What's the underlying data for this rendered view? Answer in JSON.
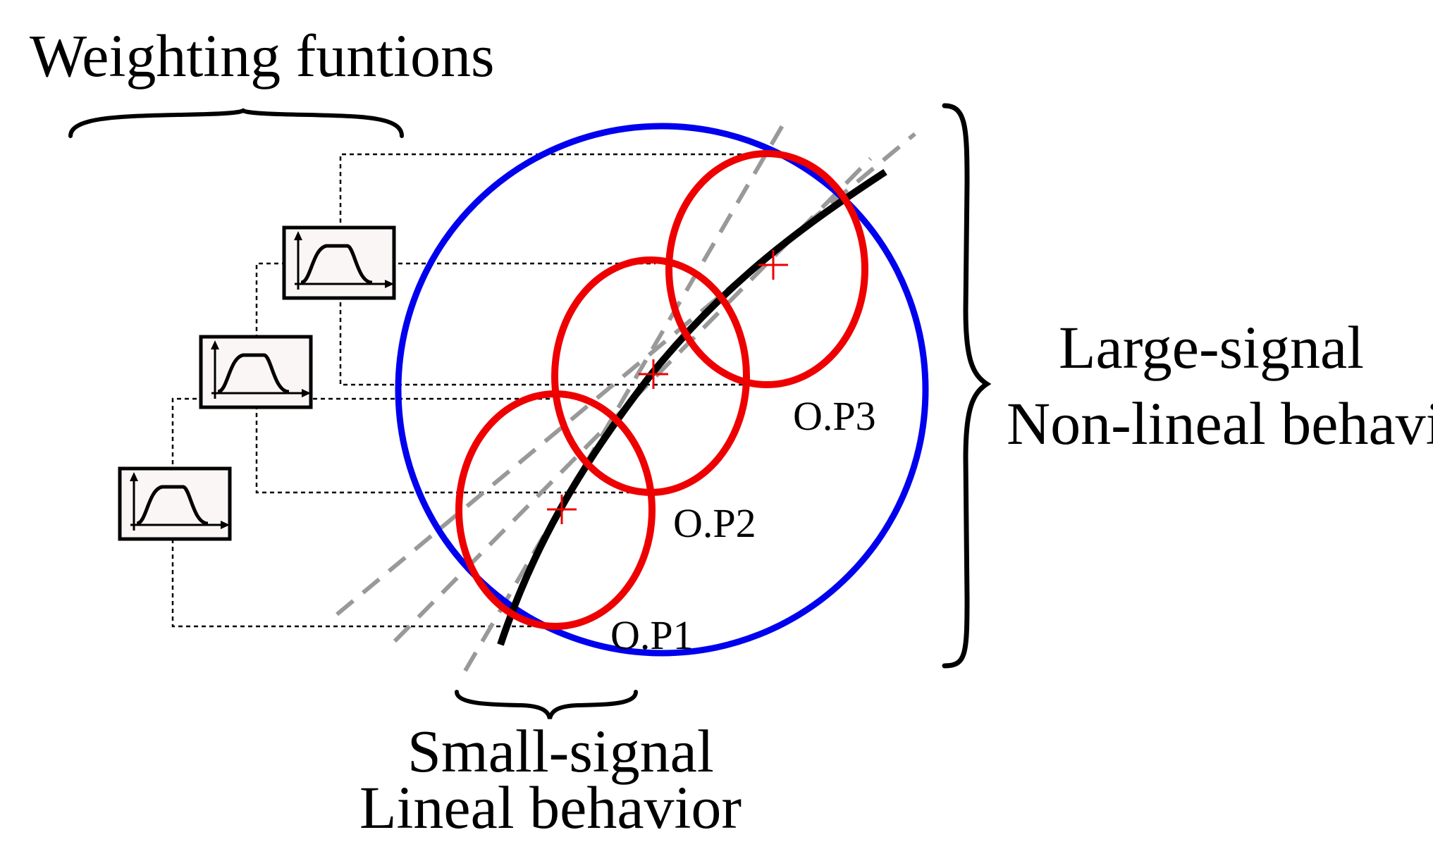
{
  "diagram": {
    "title": "Weighting funtions",
    "small_signal": {
      "line1": "Small-signal",
      "line2": "Lineal behavior"
    },
    "large_signal": {
      "line1": "Large-signal",
      "line2": "Non-lineal behavior"
    },
    "operating_points": [
      {
        "label": "O.P1"
      },
      {
        "label": "O.P2"
      },
      {
        "label": "O.P3"
      }
    ],
    "colors": {
      "outer_circle": "#0000ee",
      "op_circles": "#ee0000",
      "marker": "#ee0000",
      "curve": "#000000",
      "tangent_lines": "#999999",
      "connectors": "#000000",
      "weight_box_fill": "#fbf6f6"
    }
  }
}
